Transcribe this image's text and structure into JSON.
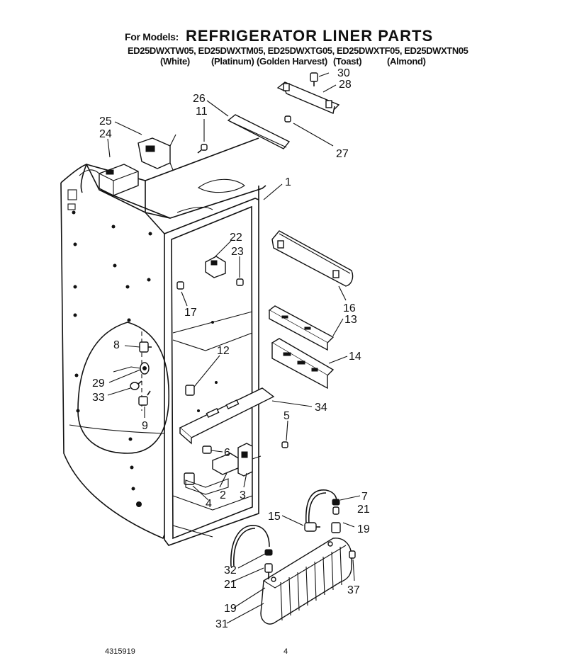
{
  "header": {
    "for_models_label": "For Models:",
    "title": "REFRIGERATOR LINER PARTS",
    "models_line": "ED25DWXTW05, ED25DWXTM05, ED25DWXTG05, ED25DWXTF05, ED25DWXTN05",
    "colors": [
      "(White)",
      "(Platinum)",
      "(Golden Harvest)",
      "(Toast)",
      "(Almond)"
    ]
  },
  "callouts": [
    "30",
    "28",
    "26",
    "11",
    "25",
    "24",
    "27",
    "1",
    "22",
    "23",
    "16",
    "17",
    "13",
    "14",
    "12",
    "8",
    "29",
    "33",
    "9",
    "34",
    "5",
    "6",
    "2",
    "3",
    "4",
    "7",
    "21",
    "15",
    "19",
    "32",
    "21",
    "37",
    "19",
    "31"
  ],
  "footer": {
    "doc_number": "4315919",
    "page_number": "4"
  }
}
